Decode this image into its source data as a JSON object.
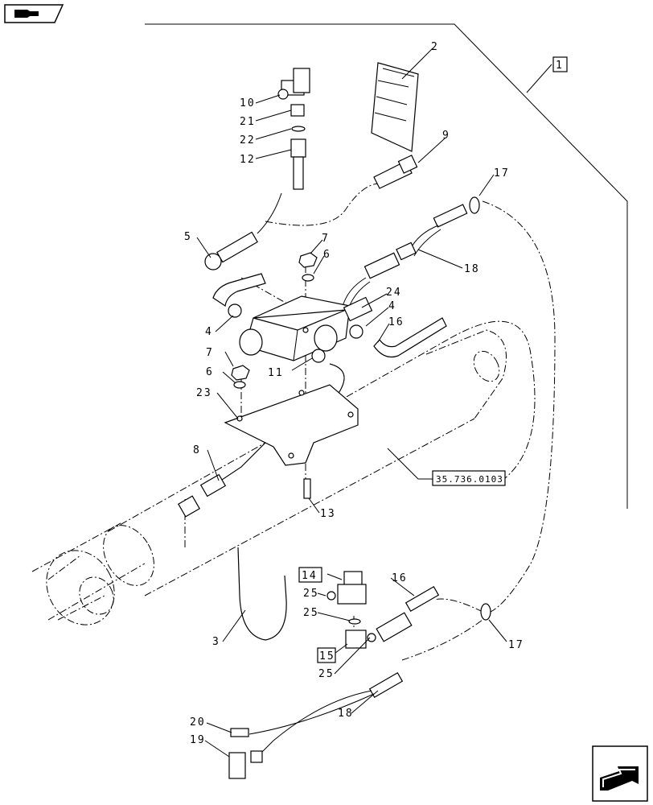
{
  "reference_box": "35.736.0103",
  "assembly_ref": "1",
  "callouts": {
    "c1": "1",
    "c2": "2",
    "c3": "3",
    "c4a": "4",
    "c4b": "4",
    "c5": "5",
    "c6a": "6",
    "c6b": "6",
    "c7a": "7",
    "c7b": "7",
    "c8": "8",
    "c9": "9",
    "c10": "10",
    "c11": "11",
    "c12": "12",
    "c13": "13",
    "c14": "14",
    "c15": "15",
    "c16a": "16",
    "c16b": "16",
    "c17a": "17",
    "c17b": "17",
    "c18a": "18",
    "c18b": "18",
    "c19": "19",
    "c20": "20",
    "c21": "21",
    "c22": "22",
    "c23": "23",
    "c24": "24",
    "c25a": "25",
    "c25b": "25",
    "c25c": "25"
  },
  "icons": {
    "top_nav": "book-arrow-icon",
    "bottom_nav": "next-page-arrow-icon"
  }
}
